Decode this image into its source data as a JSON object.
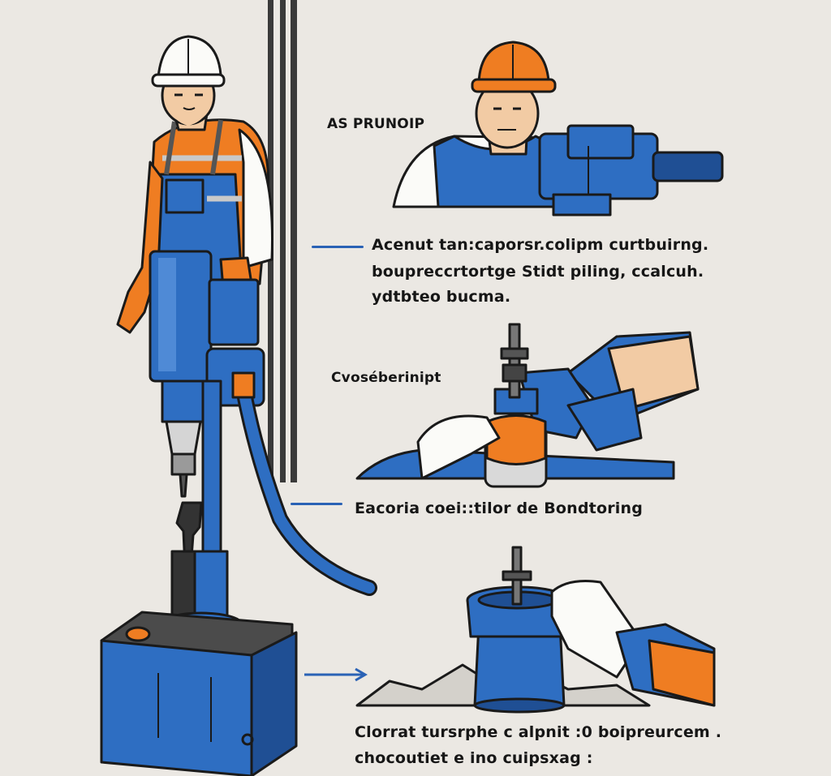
{
  "headings": {
    "top": "AS PRUNOIP",
    "middle": "Cvoséberinipt"
  },
  "captions": {
    "first": [
      "Acenut tan:caporsr.colipm curtbuirng.",
      "boupreccrtortge Stidt piling, ccalcuh.",
      "ydtbteo bucma."
    ],
    "second": "Eacoria coei::tilor de Bondtoring",
    "third": [
      "Clorrat tursrphe c alpnit :0 boipreurcem .",
      "chocoutiet e ino cuipsxag :"
    ]
  },
  "colors": {
    "background": "#ebe8e3",
    "blue": "#2e6ec2",
    "dark_blue": "#1f4f94",
    "orange": "#ef7d22",
    "outline": "#1a1a1a",
    "skin": "#f2cba4",
    "white": "#fbfbf8"
  }
}
